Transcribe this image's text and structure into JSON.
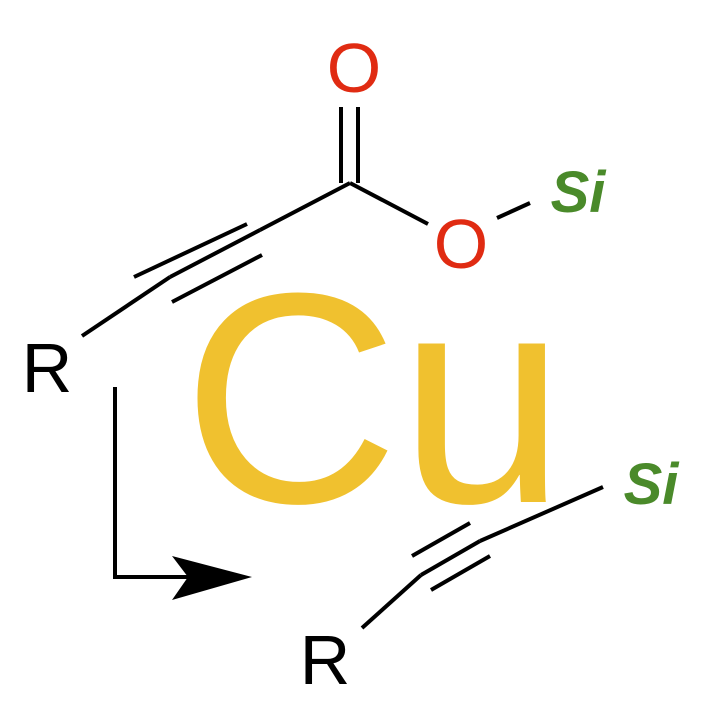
{
  "scheme": {
    "metal_center": {
      "text": "Cu",
      "color": "#f0c12f"
    },
    "reactant": {
      "carbonyl_oxygen": {
        "text": "O",
        "color": "#e02b12"
      },
      "ester_oxygen": {
        "text": "O",
        "color": "#e02b12"
      },
      "silyl_group": {
        "text": "Si",
        "color": "#4a8a2a"
      },
      "substituent": {
        "text": "R",
        "color": "#000000"
      }
    },
    "product": {
      "silyl_group": {
        "text": "Si",
        "color": "#4a8a2a"
      },
      "substituent": {
        "text": "R",
        "color": "#000000"
      }
    },
    "arrow_color": "#000000"
  }
}
